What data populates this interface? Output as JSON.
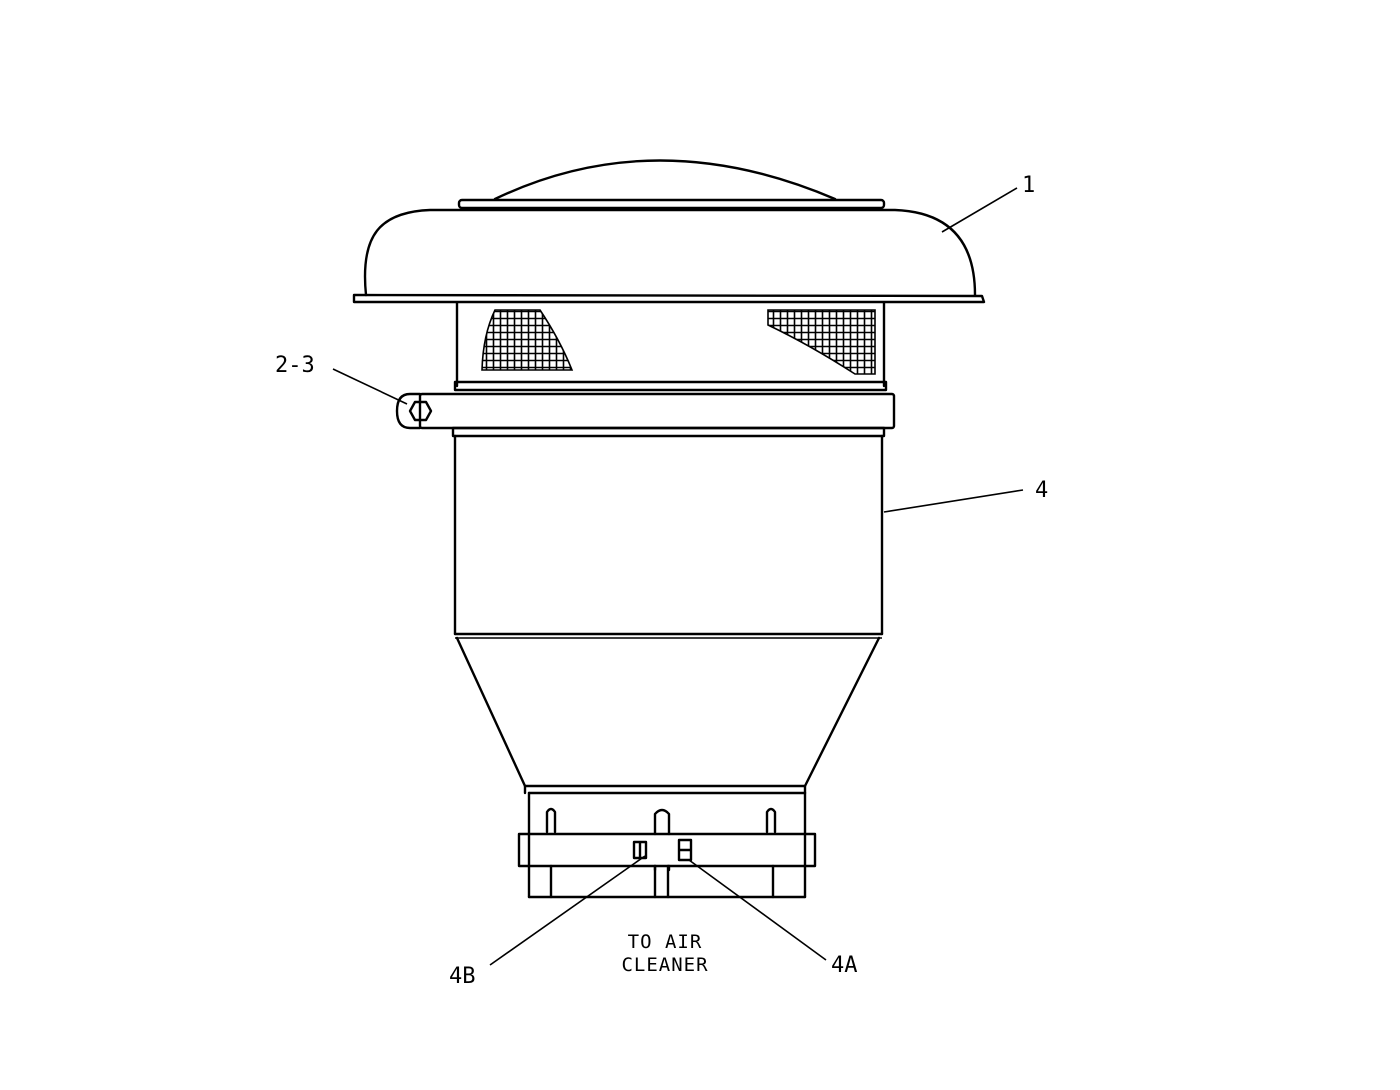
{
  "callouts": {
    "part_1": "1",
    "part_2_3": "2-3",
    "part_4": "4",
    "part_4a": "4A",
    "part_4b": "4B"
  },
  "note": {
    "line1": "TO AIR",
    "line2": "CLEANER"
  }
}
